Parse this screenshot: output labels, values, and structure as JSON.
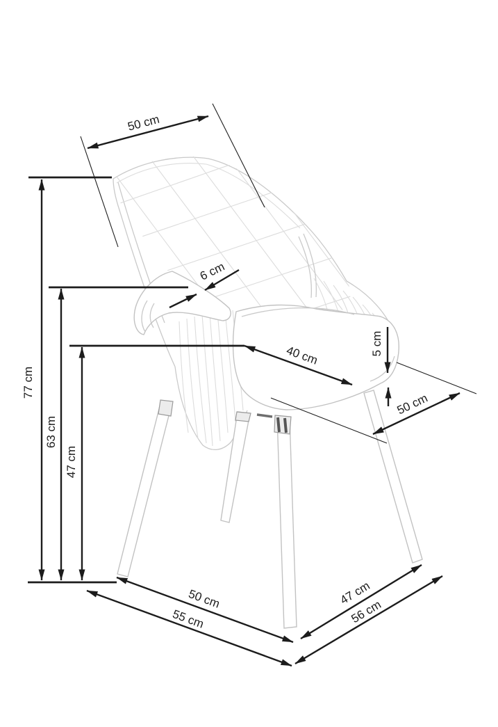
{
  "diagram": {
    "subject": "upholstered-armchair-dimension-drawing",
    "unit": "cm",
    "colors": {
      "dimension_ink": "#1c1c1c",
      "sketch_line": "#c9c9c9",
      "background": "#ffffff"
    },
    "labels": {
      "back_width": "50 cm",
      "armrest_thickness": "6 cm",
      "seat_depth": "40 cm",
      "cushion_thickness": "5 cm",
      "seat_side_width": "50 cm",
      "total_height": "77 cm",
      "armrest_height": "63 cm",
      "seat_height": "47 cm",
      "front_width": "50 cm",
      "overall_width": "55 cm",
      "base_side_depth": "47 cm",
      "overall_depth": "56 cm"
    }
  }
}
